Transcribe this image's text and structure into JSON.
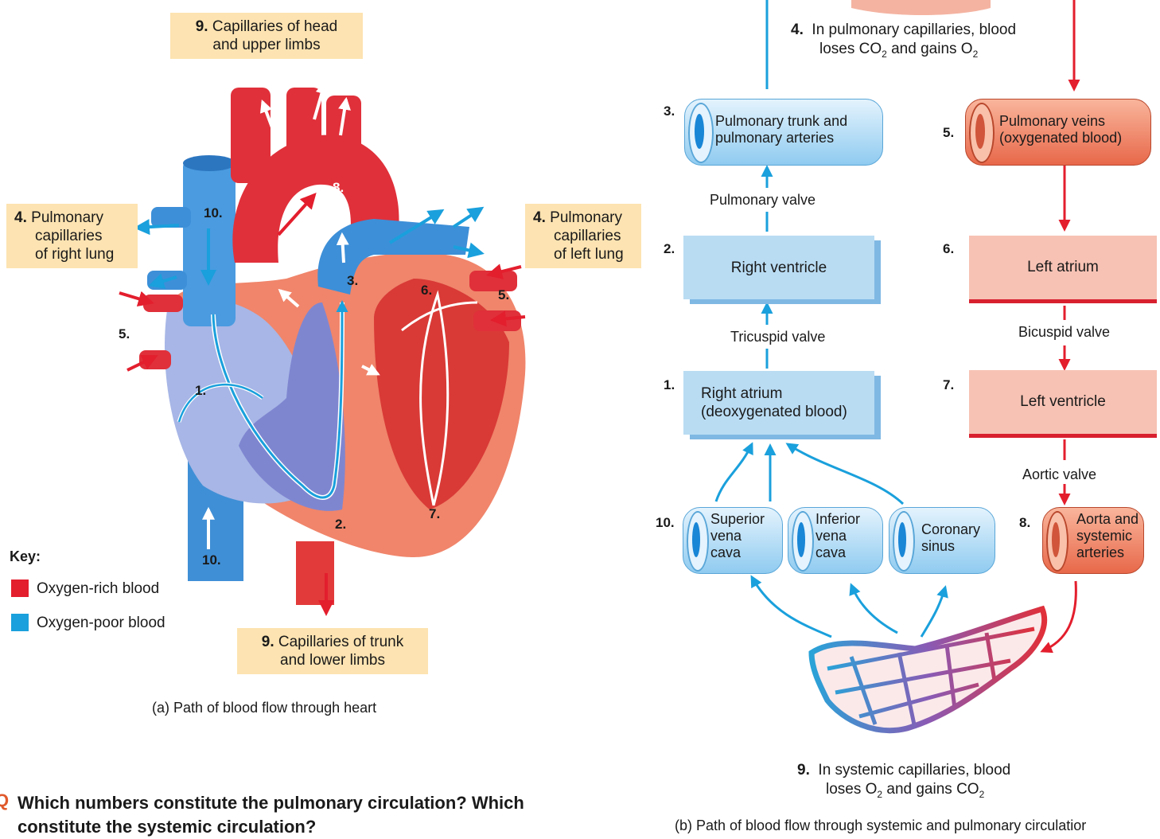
{
  "panel_a": {
    "callout_head": {
      "num": "9.",
      "text1": "Capillaries of head",
      "text2": "and upper limbs"
    },
    "callout_right_lung": {
      "num": "4.",
      "text1": "Pulmonary",
      "text2": "capillaries",
      "text3": "of right lung"
    },
    "callout_left_lung": {
      "num": "4.",
      "text1": "Pulmonary",
      "text2": "capillaries",
      "text3": "of left lung"
    },
    "callout_trunk": {
      "num": "9.",
      "text1": "Capillaries of trunk",
      "text2": "and lower limbs"
    },
    "heart_numbers": [
      "10.",
      "8.",
      "3.",
      "6.",
      "5.",
      "5.",
      "1.",
      "2.",
      "7.",
      "10."
    ],
    "key": {
      "title": "Key:",
      "rich": "Oxygen-rich blood",
      "poor": "Oxygen-poor blood",
      "rich_color": "#e31e2d",
      "poor_color": "#1aa0dc"
    },
    "caption": "(a) Path of blood flow through heart"
  },
  "question": {
    "mark": "Q",
    "line1": "Which numbers constitute the pulmonary circulation? Which",
    "line2": "constitute the systemic circulation?"
  },
  "panel_b": {
    "pulm_cap": {
      "num": "4.",
      "line1": "In pulmonary capillaries, blood",
      "line2_pre": "loses CO",
      "sub1": "2",
      "line2_mid": " and gains O",
      "sub2": "2"
    },
    "pulm_trunk": {
      "num": "3.",
      "line1": "Pulmonary trunk and",
      "line2": "pulmonary arteries"
    },
    "pulm_veins": {
      "num": "5.",
      "line1": "Pulmonary veins",
      "line2": "(oxygenated blood)"
    },
    "pulmonary_valve": "Pulmonary valve",
    "right_ventricle": {
      "num": "2.",
      "label": "Right ventricle"
    },
    "left_atrium": {
      "num": "6.",
      "label": "Left atrium"
    },
    "tricuspid_valve": "Tricuspid valve",
    "bicuspid_valve": "Bicuspid valve",
    "right_atrium": {
      "num": "1.",
      "line1": "Right atrium",
      "line2": "(deoxygenated blood)"
    },
    "left_ventricle": {
      "num": "7.",
      "label": "Left ventricle"
    },
    "aortic_valve": "Aortic valve",
    "veins": {
      "num": "10.",
      "superior": [
        "Superior",
        "vena",
        "cava"
      ],
      "inferior": [
        "Inferior",
        "vena",
        "cava"
      ],
      "coronary": [
        "Coronary",
        "sinus"
      ]
    },
    "aorta": {
      "num": "8.",
      "line1": "Aorta and",
      "line2": "systemic",
      "line3": "arteries"
    },
    "sys_cap": {
      "num": "9.",
      "line1": "In systemic capillaries, blood",
      "line2_pre": "loses O",
      "sub1": "2",
      "line2_mid": " and gains CO",
      "sub2": "2"
    },
    "caption": "(b) Path of blood flow through systemic and pulmonary circulatior"
  }
}
